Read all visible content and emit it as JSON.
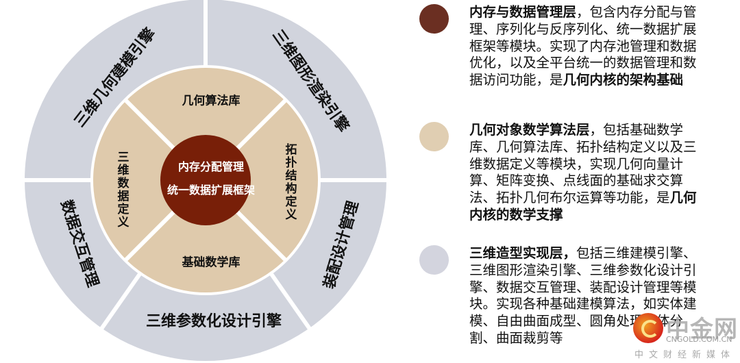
{
  "diagram": {
    "core": [
      "内存分配管理",
      "统一数据扩展框架"
    ],
    "middle_ring": {
      "top": "几何算法库",
      "bottom": "基础数学库",
      "left": "三维数据定义",
      "right": "拓扑结构定义"
    },
    "outer_ring": {
      "top_left": "三维几何建模引擎",
      "top_right": "三维图形渲染引擎",
      "right_bottom": "装配设计管理",
      "bottom": "三维参数化设计引擎",
      "left_bottom": "数据交互管理"
    },
    "colors": {
      "core": "#781f08",
      "middle": "#dfcaac",
      "outer": "#d1d4dd"
    }
  },
  "legend": [
    {
      "color": "#6b2f22",
      "title": "内存与数据管理层",
      "text": "，包含内存分配与管理、序列化与反序列化、统一数据扩展框架等模块。实现了内存池管理和数据优化，以及全平台统一的数据管理和数据访问功能，是",
      "emphasis": "几何内核的架构基础"
    },
    {
      "color": "#e0ceb2",
      "title": "几何对象数学算法层",
      "text": "，包括基础数学库、几何算法库、拓扑结构定义以及三维数据定义等模块，实现几何向量计算、矩阵变换、点线面的基础求交算法、拓扑几何布尔运算等功能，是",
      "emphasis": "几何内核的数学支撑"
    },
    {
      "color": "#d3d4de",
      "title": "三维造型实现层，",
      "text": "包括三维建模引擎、三维图形渲染引擎、三维参数化设计引擎、数据交互管理、装配设计管理等模块。实现各种基础建模算法，如实体建模、自由曲面成型、圆角处理实体分割、曲面裁剪等",
      "emphasis": ""
    }
  ],
  "watermark": {
    "name": "中金网",
    "url": "CNGOLD.COM.CN",
    "sub": "中文财经新媒体"
  }
}
